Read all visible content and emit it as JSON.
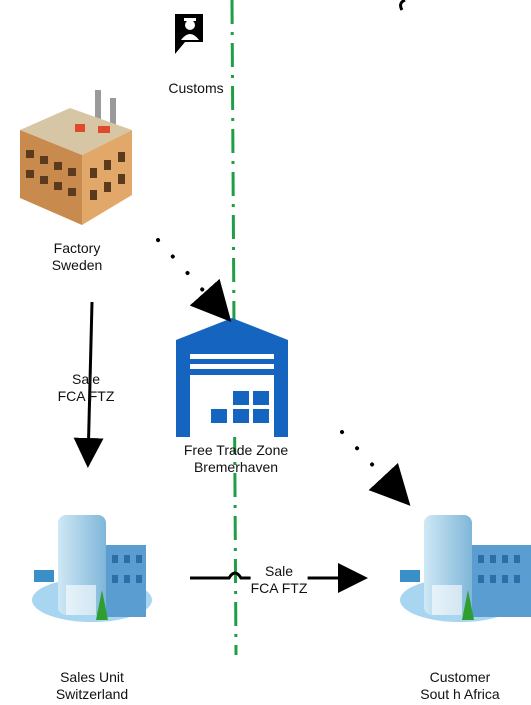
{
  "customs": {
    "label": "Customs",
    "icon": "customs-officer-icon"
  },
  "factory": {
    "line1": "Factory",
    "line2": "Sweden",
    "icon": "factory-icon"
  },
  "ftz": {
    "line1": "Free Trade Zone",
    "line2": "Bremerhaven",
    "icon": "warehouse-icon"
  },
  "sales_unit": {
    "line1": "Sales Unit",
    "line2": "Switzerland",
    "icon": "office-building-icon"
  },
  "customer": {
    "line1": "Customer",
    "line2": "Sout h Africa",
    "icon": "office-building-icon"
  },
  "flow_factory_sales": {
    "line1": "Sale",
    "line2": "FCA FTZ"
  },
  "flow_sales_customer": {
    "line1": "Sale",
    "line2": "FCA FTZ"
  },
  "colors": {
    "border_line": "#1e9e45",
    "warehouse": "#1565c0",
    "arrow": "#000000"
  }
}
